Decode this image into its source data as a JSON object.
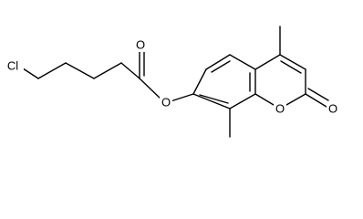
{
  "molecule": {
    "atoms": {
      "chlorine": "Cl",
      "ester_oxygen": "O",
      "carbonyl_oxygen_ester": "O",
      "ring_oxygen": "O",
      "lactone_carbonyl_oxygen": "O"
    }
  },
  "colors": {
    "bond": "#000000",
    "label": "#000000",
    "background": "#ffffff"
  }
}
